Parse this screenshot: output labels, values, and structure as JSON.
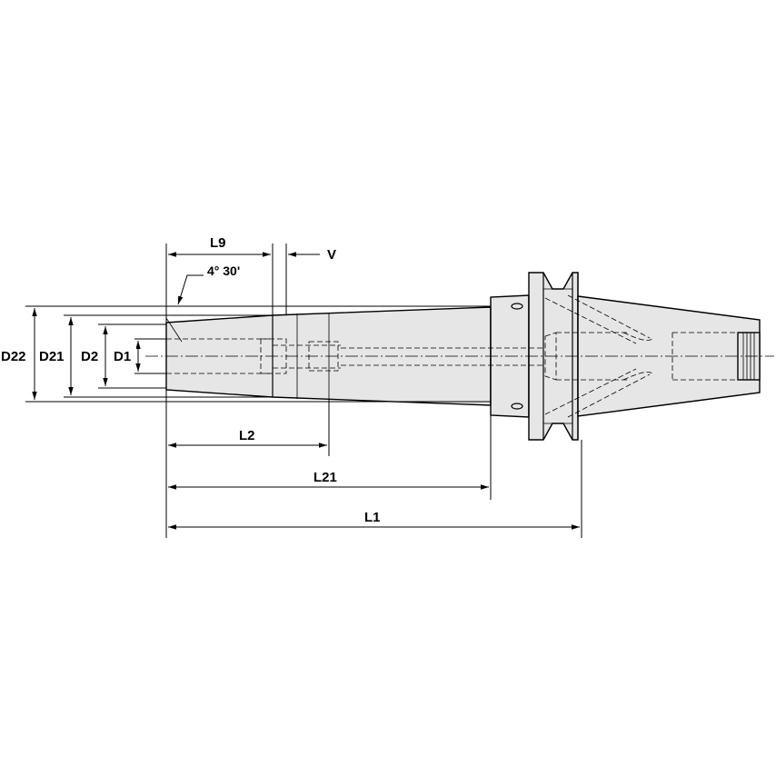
{
  "labels": {
    "d22": "D22",
    "d21": "D21",
    "d2": "D2",
    "d1": "D1",
    "l9": "L9",
    "v": "V",
    "angle": "4° 30'",
    "l2": "L2",
    "l21": "L21",
    "l1": "L1"
  }
}
